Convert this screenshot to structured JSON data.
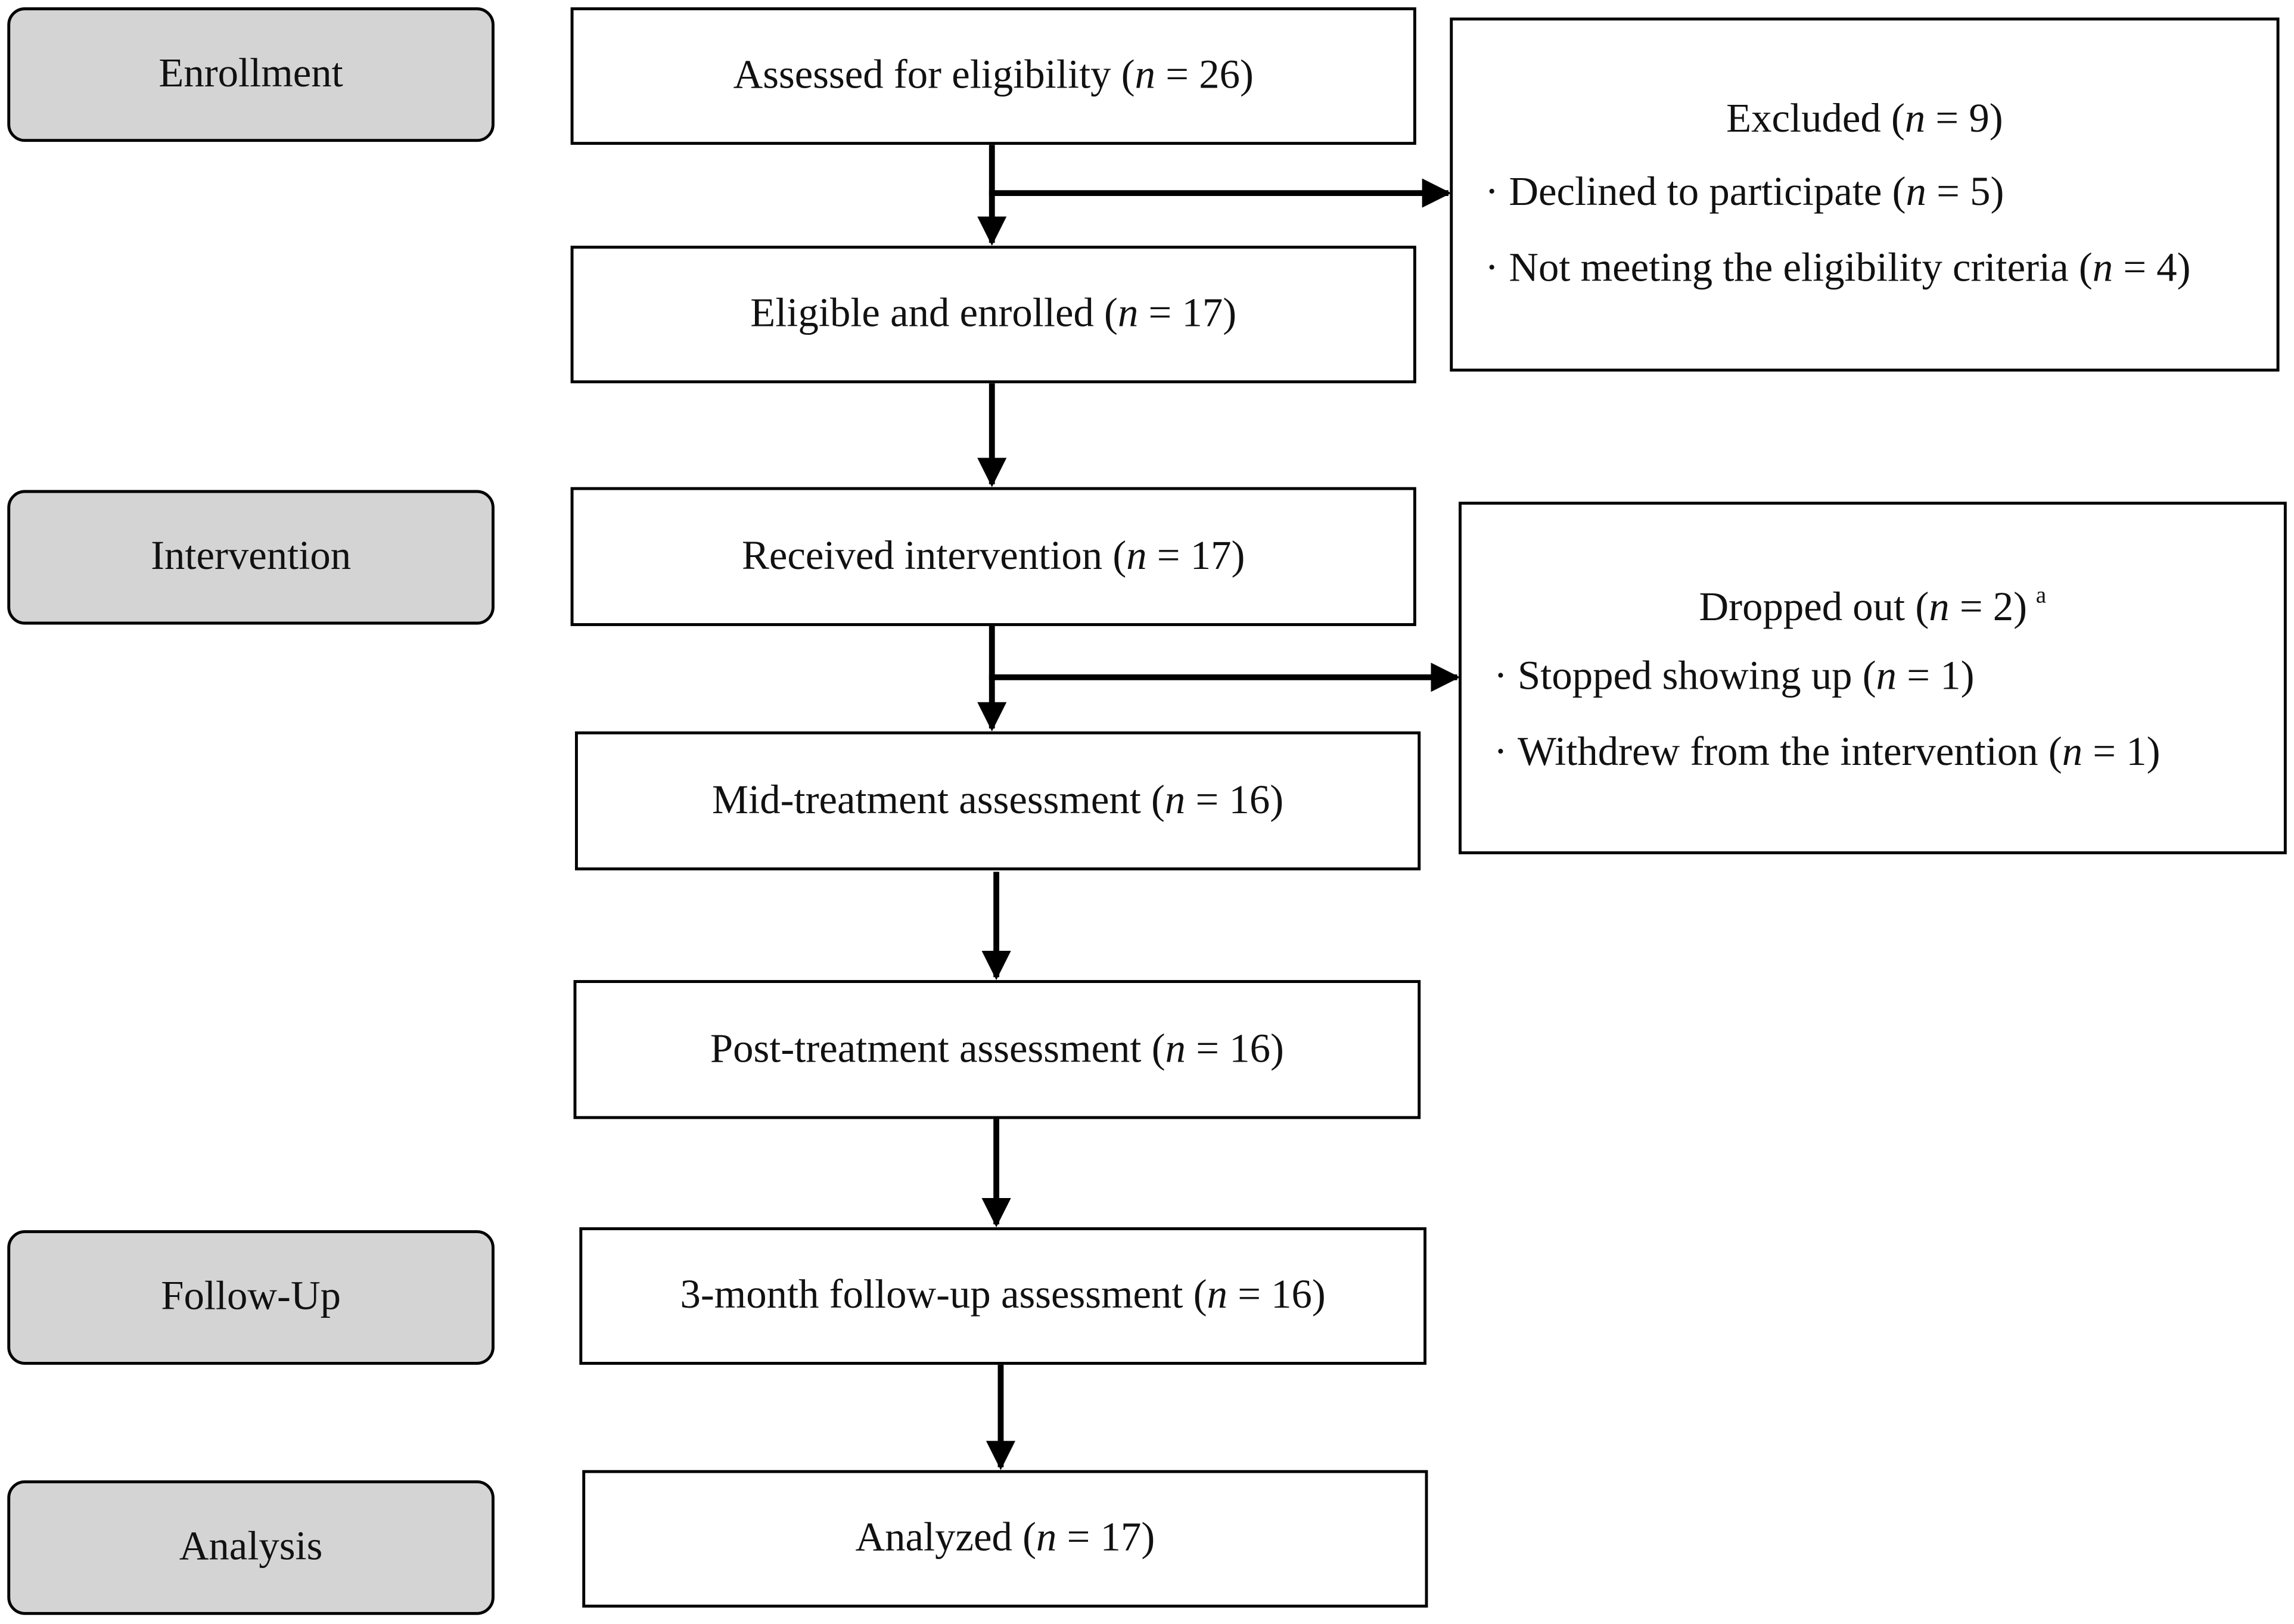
{
  "phases": [
    {
      "id": "enrollment",
      "label": "Enrollment"
    },
    {
      "id": "intervention",
      "label": "Intervention"
    },
    {
      "id": "follow-up",
      "label": "Follow-Up"
    },
    {
      "id": "analysis",
      "label": "Analysis"
    }
  ],
  "nodes": {
    "assessed": {
      "label": "Assessed for eligibility",
      "n": "26"
    },
    "enrolled": {
      "label": "Eligible and enrolled",
      "n": "17"
    },
    "received": {
      "label": "Received intervention",
      "n": "17"
    },
    "mid": {
      "label": "Mid-treatment assessment",
      "n": "16"
    },
    "post": {
      "label": "Post-treatment assessment",
      "n": "16"
    },
    "followup": {
      "label": "3-month follow-up assessment",
      "n": "16"
    },
    "analyzed": {
      "label": "Analyzed",
      "n": "17"
    }
  },
  "excluded": {
    "title": "Excluded",
    "n": "9",
    "items": [
      {
        "label": "Declined to participate",
        "n": "5"
      },
      {
        "label": "Not meeting the eligibility criteria",
        "n": "4"
      }
    ]
  },
  "dropped": {
    "title": "Dropped out",
    "n": "2",
    "footnote_mark": "a",
    "items": [
      {
        "label": "Stopped showing up",
        "n": "1"
      },
      {
        "label": "Withdrew from the intervention",
        "n": "1"
      }
    ]
  },
  "symbols": {
    "n_symbol": "n",
    "equals": " = ",
    "bullet": "·"
  }
}
